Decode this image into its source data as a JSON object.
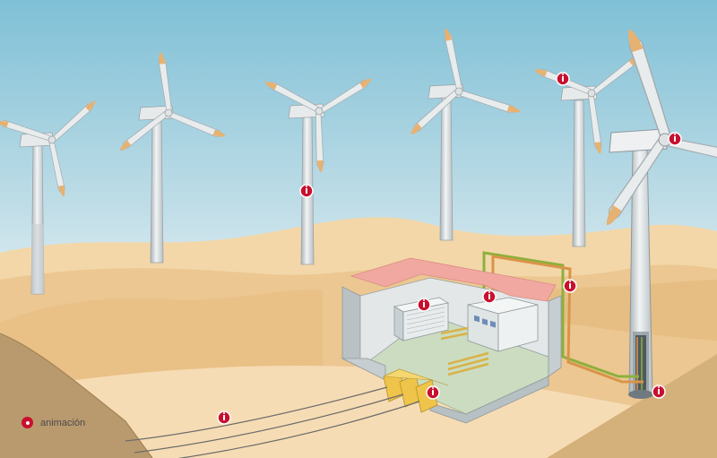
{
  "legend": {
    "label": "animación",
    "marker_color": "#c8102e"
  },
  "colors": {
    "sky_top": "#7fc0d6",
    "sky_bottom": "#eaf3f6",
    "sand": "#ecc791",
    "sand_shadow": "#d7ac72",
    "ground_dark": "#b99a6e",
    "building_wall": "#dfe3e4",
    "roof": "#f0a8a0",
    "cable_green": "#8db03c",
    "cable_orange": "#d9944a",
    "hotspot": "#c8102e"
  },
  "icons": {
    "hotspot": "info-i-icon",
    "legend_marker": "animation-dot-icon"
  },
  "hotspots": [
    {
      "name": "hotspot-tower",
      "target": "turbine-3-tower"
    },
    {
      "name": "hotspot-nacelle-distant",
      "target": "turbine-6-nacelle"
    },
    {
      "name": "hotspot-nacelle-near",
      "target": "turbine-7-nacelle"
    },
    {
      "name": "hotspot-transformer",
      "target": "transformer-unit"
    },
    {
      "name": "hotspot-control-room",
      "target": "control-cabinet"
    },
    {
      "name": "hotspot-cable-junction",
      "target": "cable-junction"
    },
    {
      "name": "hotspot-tower-base",
      "target": "turbine-7-base"
    },
    {
      "name": "hotspot-switchgear",
      "target": "switchgear"
    },
    {
      "name": "hotspot-power-line",
      "target": "power-line"
    }
  ]
}
